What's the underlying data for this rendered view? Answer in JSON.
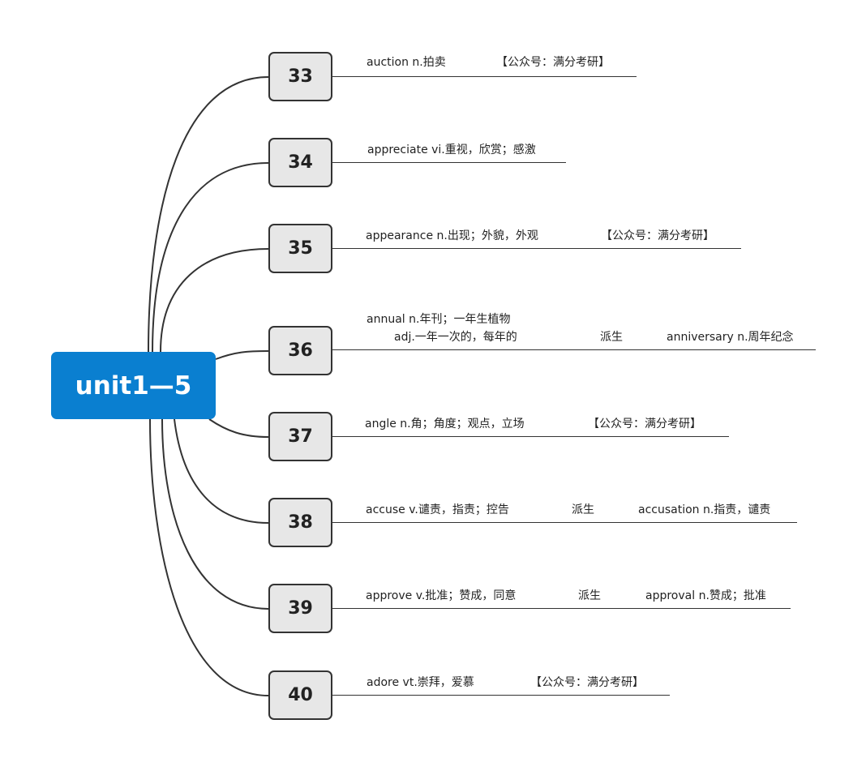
{
  "root": {
    "label": "unit1—5"
  },
  "nodes": [
    {
      "number": "33",
      "word": "auction  n.拍卖",
      "tag": "【公众号：满分考研】"
    },
    {
      "number": "34",
      "word": "appreciate  vi.重视，欣赏；感激"
    },
    {
      "number": "35",
      "word": "appearance  n.出现；外貌，外观",
      "tag": "【公众号：满分考研】"
    },
    {
      "number": "36",
      "word_line1": "annual  n.年刊；一年生植物",
      "word_line2": "adj.一年一次的，每年的",
      "relation": "派生",
      "derived": "anniversary  n.周年纪念"
    },
    {
      "number": "37",
      "word": "angle  n.角；角度；观点，立场",
      "tag": "【公众号：满分考研】"
    },
    {
      "number": "38",
      "word": "accuse  v.谴责，指责；控告",
      "relation": "派生",
      "derived": "accusation  n.指责，谴责"
    },
    {
      "number": "39",
      "word": "approve  v.批准；赞成，同意",
      "relation": "派生",
      "derived": "approval  n.赞成；批准"
    },
    {
      "number": "40",
      "word": "adore  vt.崇拜，爱慕",
      "tag": "【公众号：满分考研】"
    }
  ]
}
